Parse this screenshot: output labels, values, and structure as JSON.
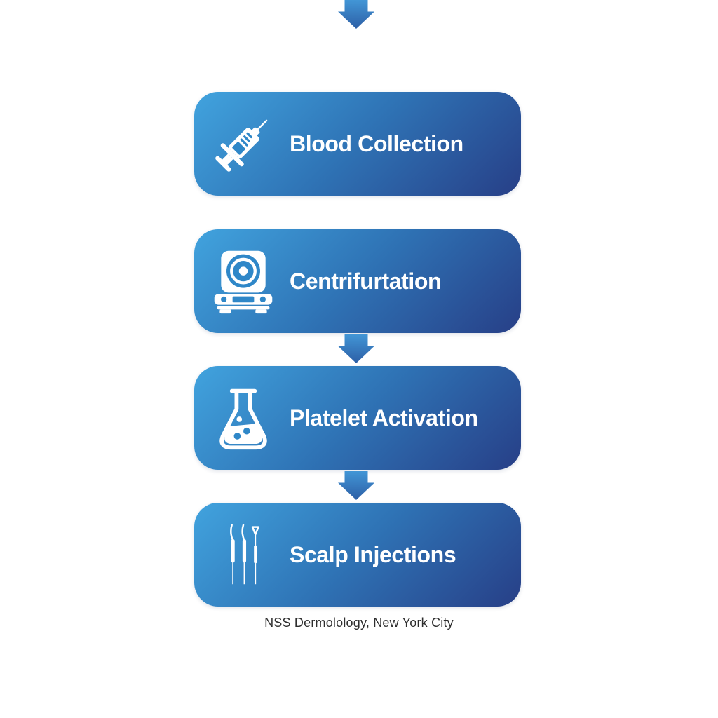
{
  "page": {
    "background_color": "#ffffff",
    "footer": "NSS Dermolology, New York City",
    "footer_color": "#2e2e2e"
  },
  "flow": {
    "type": "vertical-process-flowchart",
    "steps": [
      {
        "label": "Blood Collection",
        "icon": "syringe-icon"
      },
      {
        "label": "Centrifurtation",
        "icon": "centrifuge-icon"
      },
      {
        "label": "Platelet Activation",
        "icon": "flask-icon"
      },
      {
        "label": "Scalp Injections",
        "icon": "needles-icon"
      }
    ],
    "connector": "down-arrow",
    "colors": {
      "box_gradient_start": "#41a3de",
      "box_gradient_mid": "#2f74b6",
      "box_gradient_end": "#273f87",
      "arrow_top": "#4296d6",
      "arrow_bottom": "#2d5fa6",
      "label_color": "#ffffff",
      "icon_color": "#ffffff",
      "icon_accent_blue": "#2f87c8"
    }
  }
}
